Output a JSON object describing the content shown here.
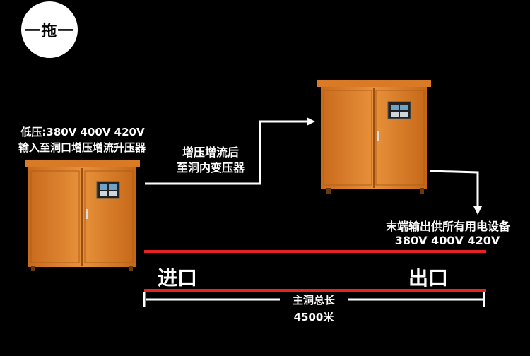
{
  "badge": {
    "label": "一拖一"
  },
  "left_box": {
    "line1": "低压:380V 400V 420V",
    "line2": "输入至洞口增压增流升压器"
  },
  "middle": {
    "line1": "增压增流后",
    "line2": "至洞内变压器"
  },
  "right_box": {
    "line1": "末端输出供所有用电设备",
    "line2": "380V 400V 420V"
  },
  "entrance": {
    "label": "进口"
  },
  "exit": {
    "label": "出口"
  },
  "tunnel": {
    "label": "主洞总长",
    "length": "4500米"
  },
  "colors": {
    "background": "#000000",
    "cabinet": "#e0822a",
    "red_line": "#e52420",
    "white": "#ffffff"
  },
  "icons": [
    "cabinet-icon",
    "arrow-icon"
  ]
}
